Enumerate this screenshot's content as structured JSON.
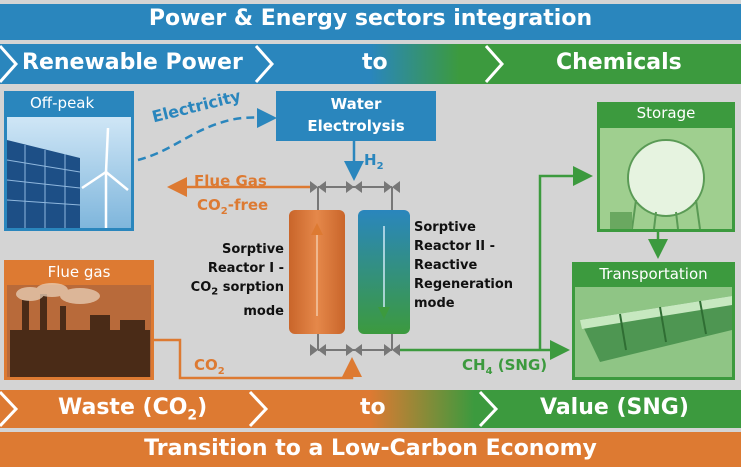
{
  "colors": {
    "blue": "#2a86bd",
    "green": "#3c9a3e",
    "orange": "#dd7a32",
    "gray": "#d4d4d4"
  },
  "header": {
    "title": "Power & Energy sectors integration",
    "left": "Renewable Power",
    "middle": "to",
    "right": "Chemicals"
  },
  "footer": {
    "left": "Waste (CO",
    "left_sub": "2",
    "left_end": ")",
    "middle": "to",
    "right": "Value (SNG)",
    "title": "Transition to a Low-Carbon Economy"
  },
  "boxes": {
    "offpeak": "Off-peak",
    "fluegas_box": "Flue gas",
    "electrolysis_line1": "Water",
    "electrolysis_line2": "Electrolysis",
    "storage": "Storage",
    "transportation": "Transportation"
  },
  "labels": {
    "electricity": "Electricity",
    "h2": "H",
    "h2_sub": "2",
    "flue_gas_out": "Flue Gas",
    "co2_free": "CO",
    "co2_free_sub": "2",
    "co2_free_end": "-free",
    "co2_in": "CO",
    "co2_in_sub": "2",
    "ch4": "CH",
    "ch4_sub": "4",
    "ch4_end": " (SNG)",
    "reactor1_l1": "Sorptive",
    "reactor1_l2": "Reactor I -",
    "reactor1_l3a": "CO",
    "reactor1_l3sub": "2",
    "reactor1_l3b": " sorption",
    "reactor1_l4": "mode",
    "reactor2_l1": "Sorptive",
    "reactor2_l2": "Reactor II -",
    "reactor2_l3": "Reactive",
    "reactor2_l4": "Regeneration",
    "reactor2_l5": "mode"
  }
}
